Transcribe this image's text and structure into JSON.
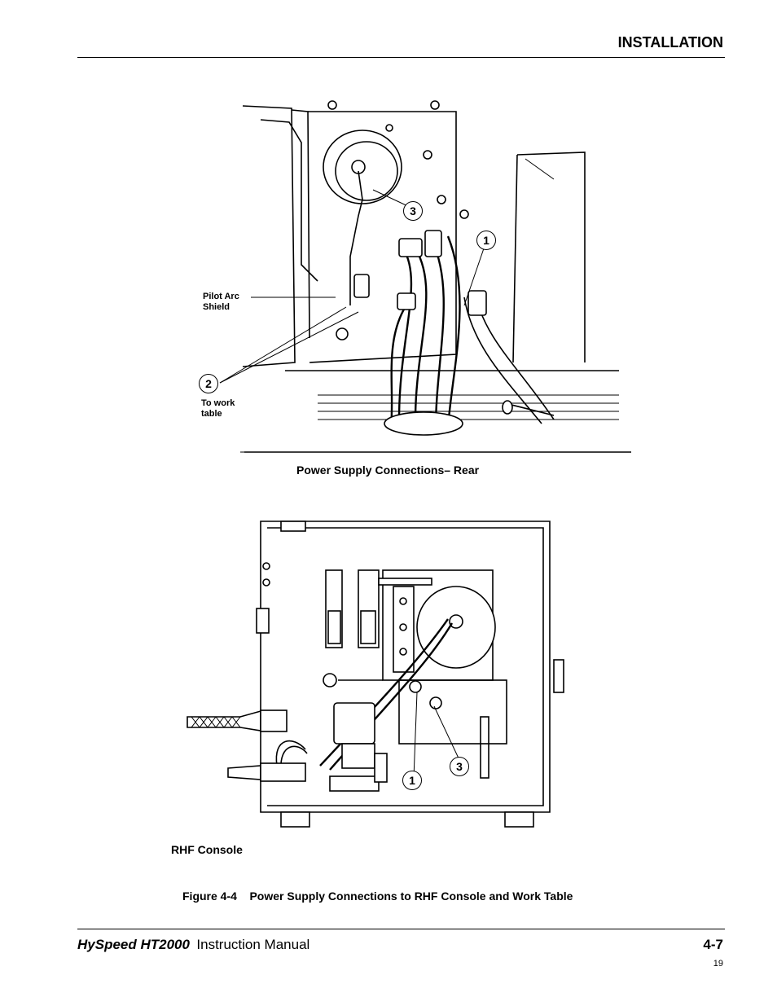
{
  "header": {
    "section_title": "INSTALLATION"
  },
  "figure_top": {
    "caption": "Power Supply  Connections– Rear",
    "label_pilot_arc": "Pilot Arc\nShield",
    "label_work_table": "To work\ntable",
    "callouts": [
      "3",
      "1",
      "2"
    ]
  },
  "figure_bottom": {
    "caption": "RHF Console",
    "callouts": [
      "1",
      "3"
    ]
  },
  "figure_caption": "Figure 4-4    Power Supply Connections to RHF Console and Work Table",
  "footer": {
    "brand": "HySpeed HT2000",
    "manual": "Instruction Manual",
    "page_number": "4-7",
    "sheet_number": "19"
  }
}
